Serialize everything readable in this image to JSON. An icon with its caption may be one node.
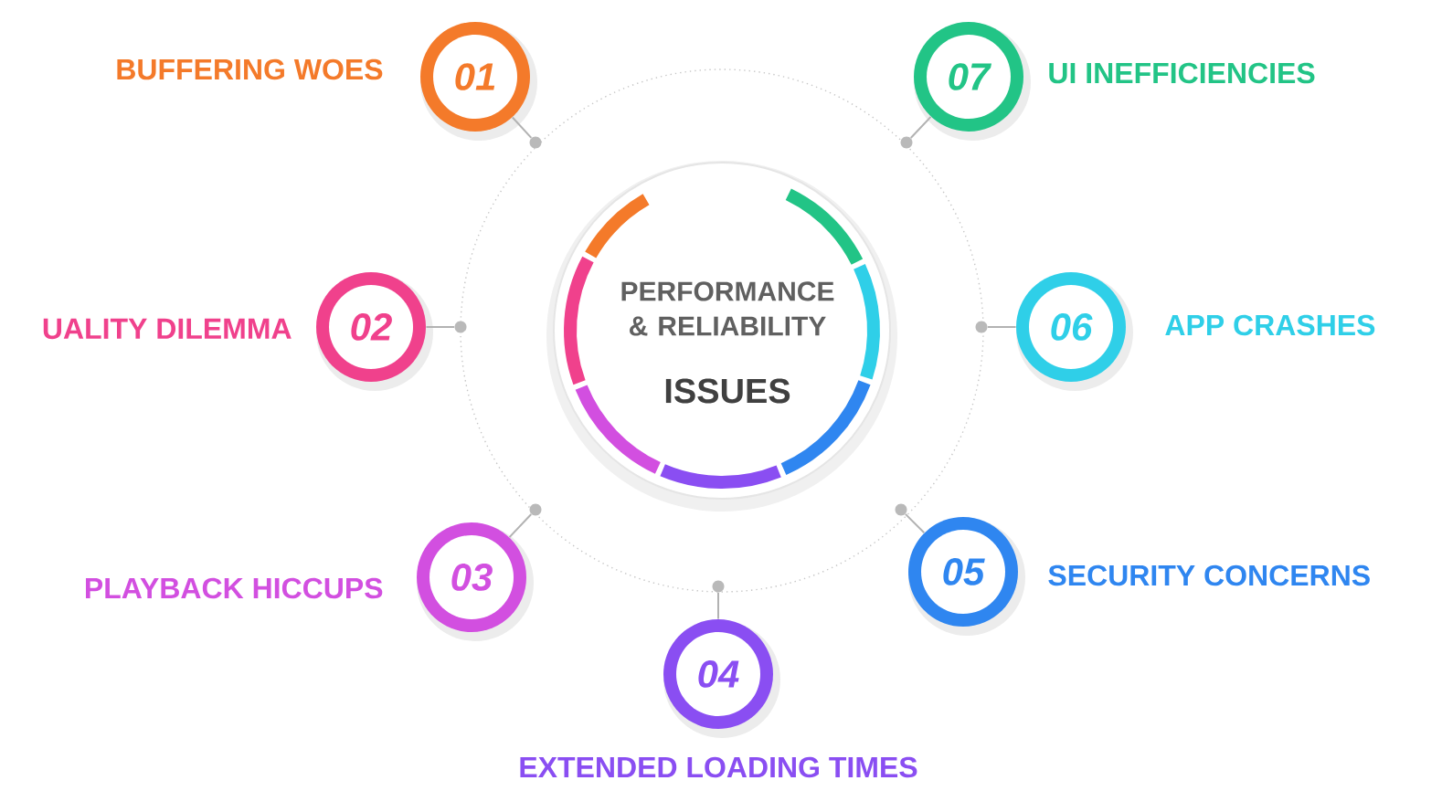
{
  "diagram": {
    "nodes": [
      {
        "text": [
          "PERFORMANCE & RELIABILITY",
          "ISSUES"
        ]
      },
      {
        "text": [
          "01"
        ],
        "beside": [
          "BUFFERING WOES"
        ]
      },
      {
        "text": [
          "02"
        ],
        "beside": [
          "UALITY DILEMMA"
        ]
      },
      {
        "text": [
          "03"
        ],
        "beside": [
          "PLAYBACK HICCUPS"
        ]
      },
      {
        "text": [
          "04"
        ],
        "beside": [
          "EXTENDED LOADING TIMES"
        ]
      },
      {
        "text": [
          "05"
        ],
        "beside": [
          "SECURITY CONCERNS"
        ]
      },
      {
        "text": [
          "06"
        ],
        "beside": [
          "APP CRASHES"
        ]
      },
      {
        "text": [
          "07"
        ],
        "beside": [
          "UI INEFFICIENCIES"
        ]
      },
      {
        "text": [],
        "shape": "circle"
      },
      {
        "text": [],
        "shape": "circle"
      },
      {
        "text": [],
        "shape": "circle"
      },
      {
        "text": [],
        "shape": "circle"
      },
      {
        "text": [],
        "shape": "circle"
      },
      {
        "text": [],
        "shape": "circle"
      },
      {
        "text": [],
        "shape": "circle"
      }
    ],
    "edges": [
      {
        "from": 1,
        "to": 9,
        "arrow": "none"
      },
      {
        "from": 2,
        "to": 8,
        "arrow": "none"
      },
      {
        "from": 3,
        "to": 10,
        "arrow": "none"
      },
      {
        "from": 4,
        "to": 11,
        "arrow": "none"
      },
      {
        "from": 5,
        "to": 12,
        "arrow": "none"
      },
      {
        "from": 6,
        "to": 14,
        "arrow": "none"
      },
      {
        "from": 7,
        "to": 13,
        "arrow": "none"
      }
    ]
  }
}
